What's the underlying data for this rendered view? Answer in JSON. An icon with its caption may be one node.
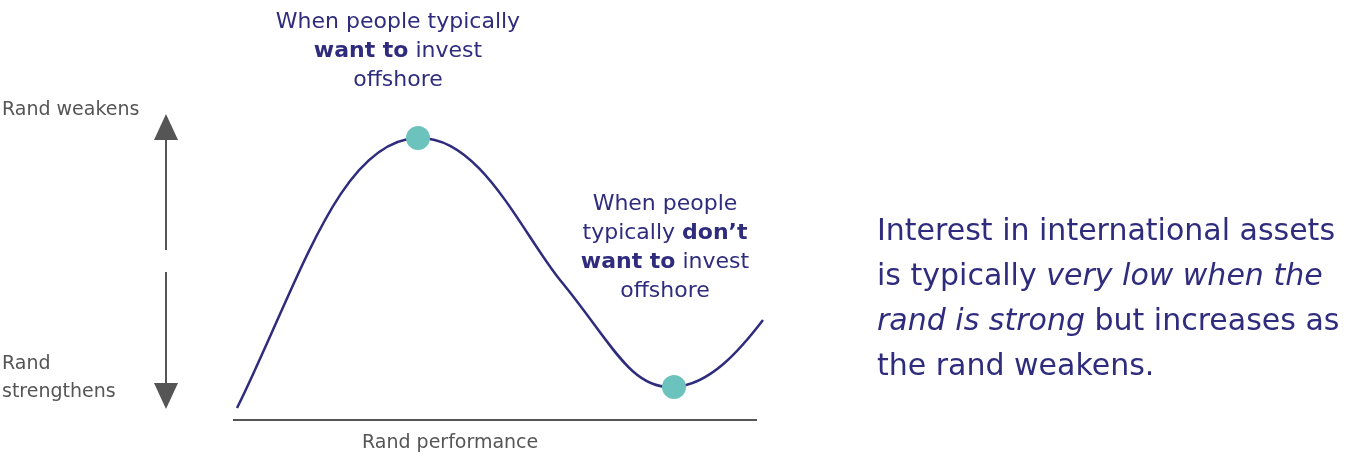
{
  "diagram": {
    "nodes": [
      {
        "text": [],
        "shape": "circle",
        "beside": [
          "When people typically **want to** invest offshore"
        ]
      },
      {
        "text": [],
        "shape": "circle",
        "beside": [
          "When people typically **don’t want to** invest offshore"
        ]
      }
    ],
    "edges": [],
    "labels": [
      "Rand weakens",
      "Rand strengthens",
      "Rand performance",
      "Interest in international assets is typically *very low when the rand is strong* but increases as the rand weakens."
    ]
  }
}
